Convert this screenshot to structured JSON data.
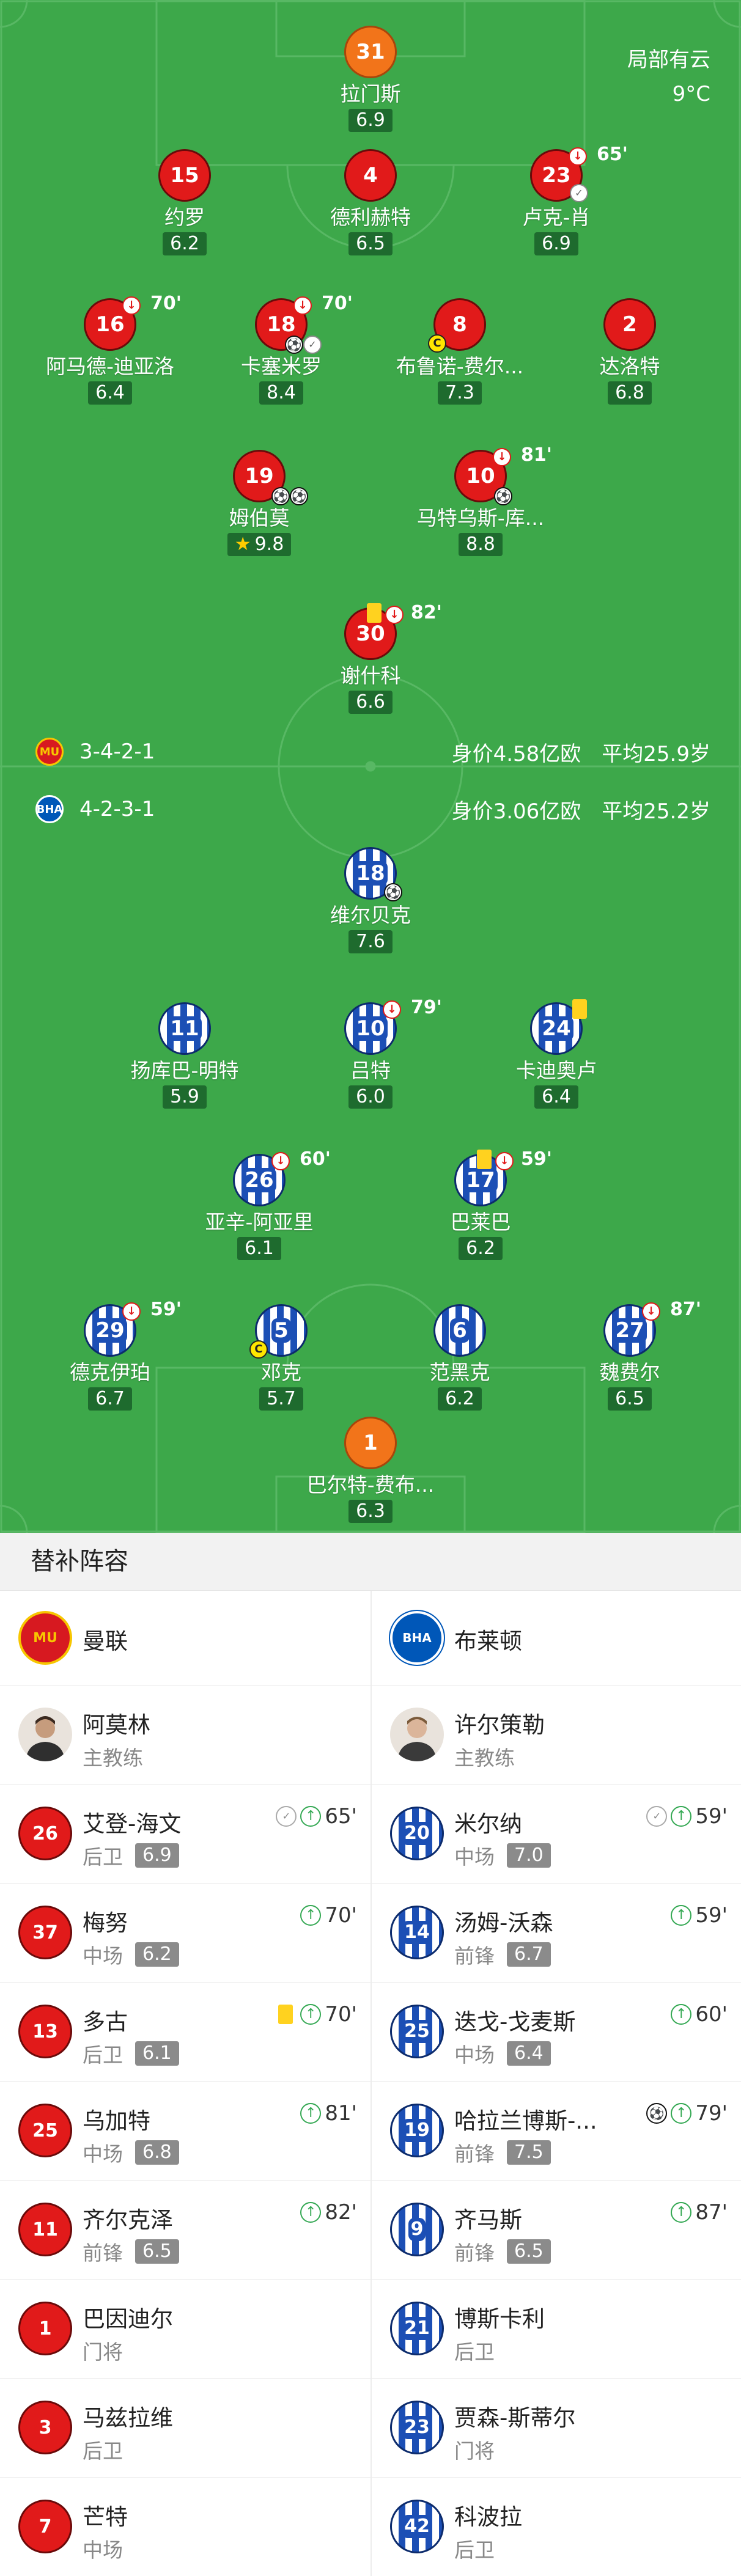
{
  "weather": {
    "condition": "局部有云",
    "temp": "9°C"
  },
  "home": {
    "name": "曼联",
    "formation": "3-4-2-1",
    "value": "身价4.58亿欧",
    "age": "平均25.9岁",
    "players": [
      {
        "num": "31",
        "name": "拉门斯",
        "rating": "6.9"
      },
      {
        "num": "15",
        "name": "约罗",
        "rating": "6.2"
      },
      {
        "num": "4",
        "name": "德利赫特",
        "rating": "6.5"
      },
      {
        "num": "23",
        "name": "卢克-肖",
        "rating": "6.9",
        "min": "65'"
      },
      {
        "num": "16",
        "name": "阿马德-迪亚洛",
        "rating": "6.4",
        "min": "70'"
      },
      {
        "num": "18",
        "name": "卡塞米罗",
        "rating": "8.4",
        "min": "70'"
      },
      {
        "num": "8",
        "name": "布鲁诺-费尔...",
        "rating": "7.3"
      },
      {
        "num": "2",
        "name": "达洛特",
        "rating": "6.8"
      },
      {
        "num": "19",
        "name": "姆伯莫",
        "rating": "9.8"
      },
      {
        "num": "10",
        "name": "马特乌斯-库...",
        "rating": "8.8",
        "min": "81'"
      },
      {
        "num": "30",
        "name": "谢什科",
        "rating": "6.6",
        "min": "82'"
      }
    ]
  },
  "away": {
    "name": "布莱顿",
    "formation": "4-2-3-1",
    "value": "身价3.06亿欧",
    "age": "平均25.2岁",
    "players": [
      {
        "num": "18",
        "name": "维尔贝克",
        "rating": "7.6"
      },
      {
        "num": "11",
        "name": "扬库巴-明特",
        "rating": "5.9"
      },
      {
        "num": "10",
        "name": "吕特",
        "rating": "6.0",
        "min": "79'"
      },
      {
        "num": "24",
        "name": "卡迪奥卢",
        "rating": "6.4"
      },
      {
        "num": "26",
        "name": "亚辛-阿亚里",
        "rating": "6.1",
        "min": "60'"
      },
      {
        "num": "17",
        "name": "巴莱巴",
        "rating": "6.2",
        "min": "59'"
      },
      {
        "num": "29",
        "name": "德克伊珀",
        "rating": "6.7",
        "min": "59'"
      },
      {
        "num": "5",
        "name": "邓克",
        "rating": "5.7"
      },
      {
        "num": "6",
        "name": "范黑克",
        "rating": "6.2"
      },
      {
        "num": "27",
        "name": "魏费尔",
        "rating": "6.5",
        "min": "87'"
      },
      {
        "num": "1",
        "name": "巴尔特-费布...",
        "rating": "6.3"
      }
    ]
  },
  "subs": {
    "title": "替补阵容",
    "home": {
      "team": "曼联",
      "crest": "MU",
      "coach": {
        "name": "阿莫林",
        "role": "主教练"
      },
      "list": [
        {
          "num": "26",
          "name": "艾登-海文",
          "pos": "后卫",
          "rating": "6.9",
          "min": "65'"
        },
        {
          "num": "37",
          "name": "梅努",
          "pos": "中场",
          "rating": "6.2",
          "min": "70'"
        },
        {
          "num": "13",
          "name": "多古",
          "pos": "后卫",
          "rating": "6.1",
          "min": "70'"
        },
        {
          "num": "25",
          "name": "乌加特",
          "pos": "中场",
          "rating": "6.8",
          "min": "81'"
        },
        {
          "num": "11",
          "name": "齐尔克泽",
          "pos": "前锋",
          "rating": "6.5",
          "min": "82'"
        },
        {
          "num": "1",
          "name": "巴因迪尔",
          "pos": "门将"
        },
        {
          "num": "3",
          "name": "马兹拉维",
          "pos": "后卫"
        },
        {
          "num": "7",
          "name": "芒特",
          "pos": "中场"
        }
      ]
    },
    "away": {
      "team": "布莱顿",
      "crest": "BHA",
      "coach": {
        "name": "许尔策勒",
        "role": "主教练"
      },
      "list": [
        {
          "num": "20",
          "name": "米尔纳",
          "pos": "中场",
          "rating": "7.0",
          "min": "59'"
        },
        {
          "num": "14",
          "name": "汤姆-沃森",
          "pos": "前锋",
          "rating": "6.7",
          "min": "59'"
        },
        {
          "num": "25",
          "name": "迭戈-戈麦斯",
          "pos": "中场",
          "rating": "6.4",
          "min": "60'"
        },
        {
          "num": "19",
          "name": "哈拉兰博斯-...",
          "pos": "前锋",
          "rating": "7.5",
          "min": "79'"
        },
        {
          "num": "9",
          "name": "齐马斯",
          "pos": "前锋",
          "rating": "6.5",
          "min": "87'"
        },
        {
          "num": "21",
          "name": "博斯卡利",
          "pos": "后卫"
        },
        {
          "num": "23",
          "name": "贾森-斯蒂尔",
          "pos": "门将"
        },
        {
          "num": "42",
          "name": "科波拉",
          "pos": "后卫"
        }
      ]
    }
  }
}
